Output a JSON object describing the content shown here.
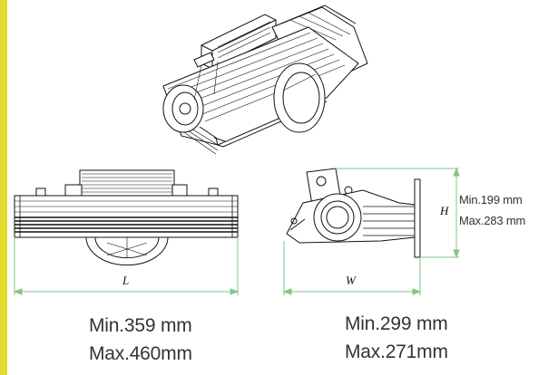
{
  "colors": {
    "accent_bar": "#e2dc2c",
    "dimension_line": "#86c486",
    "drawing_line": "#111111",
    "text": "#333333"
  },
  "labels": {
    "length_letter": "L",
    "width_letter": "W",
    "height_letter": "H"
  },
  "dimensions": {
    "length": {
      "min": "Min.359 mm",
      "max": "Max.460mm"
    },
    "width": {
      "min": "Min.299 mm",
      "max": "Max.271mm"
    },
    "height": {
      "min": "Min.199 mm",
      "max": "Max.283 mm"
    }
  }
}
